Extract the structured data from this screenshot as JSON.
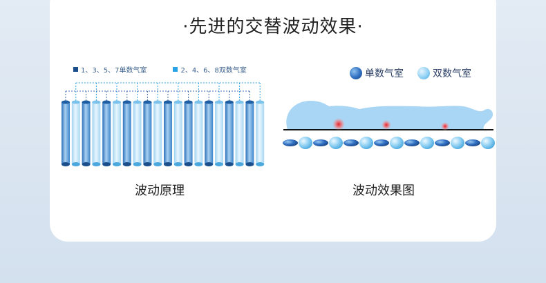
{
  "title": "·先进的交替波动效果·",
  "principle": {
    "legend": [
      {
        "label": "1、3、5、7单数气室",
        "color": "#1b4f8c"
      },
      {
        "label": "2、4、6、8双数气室",
        "color": "#2aa2e6"
      }
    ],
    "caption": "波动原理"
  },
  "effect": {
    "legend": [
      {
        "label": "单数气室",
        "icon": "dark-ball-icon"
      },
      {
        "label": "双数气室",
        "icon": "light-ball-icon"
      }
    ],
    "caption": "波动效果图"
  },
  "colors": {
    "odd_chamber": "#1b4f8c",
    "even_chamber": "#2aa2e6",
    "body_silhouette": "#a9d6f4",
    "pressure_point": "#e0202a"
  }
}
